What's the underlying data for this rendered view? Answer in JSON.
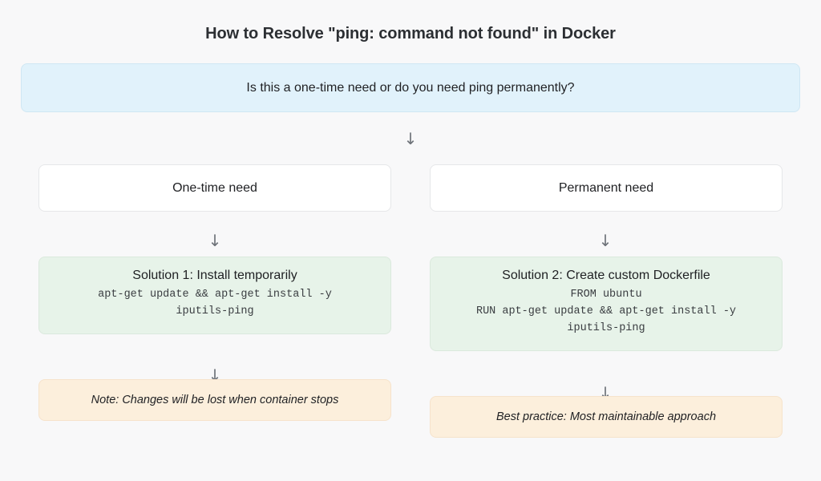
{
  "page": {
    "title": "How to Resolve \"ping: command not found\" in Docker",
    "background_color": "#f8f8f9"
  },
  "colors": {
    "question_fill": "#e1f2fb",
    "question_border": "#cfe7f3",
    "branch_fill": "#ffffff",
    "branch_border": "#e6e7e9",
    "solution_fill": "#e7f3e9",
    "solution_border": "#dbe9dd",
    "note_fill": "#fcefdc",
    "note_border": "#f6e3cb",
    "arrow_color": "#6d7278",
    "text_color": "#1f2023"
  },
  "flowchart": {
    "type": "decision-tree",
    "question": {
      "text": "Is this a one-time need or do you need ping permanently?"
    },
    "arrows": {
      "main": "↓",
      "left_1": "↓",
      "left_2": "↓",
      "right_1": "↓",
      "right_2": "↓"
    },
    "branches": [
      {
        "id": "left",
        "label": "One-time need",
        "solution": {
          "title": "Solution 1: Install temporarily",
          "code_lines": [
            "apt-get update && apt-get install -y",
            "iputils-ping"
          ]
        },
        "note": "Note: Changes will be lost when container stops"
      },
      {
        "id": "right",
        "label": "Permanent need",
        "solution": {
          "title": "Solution 2: Create custom Dockerfile",
          "code_lines": [
            "FROM ubuntu",
            "RUN apt-get update && apt-get install -y",
            "iputils-ping"
          ]
        },
        "note": "Best practice: Most maintainable approach"
      }
    ]
  }
}
